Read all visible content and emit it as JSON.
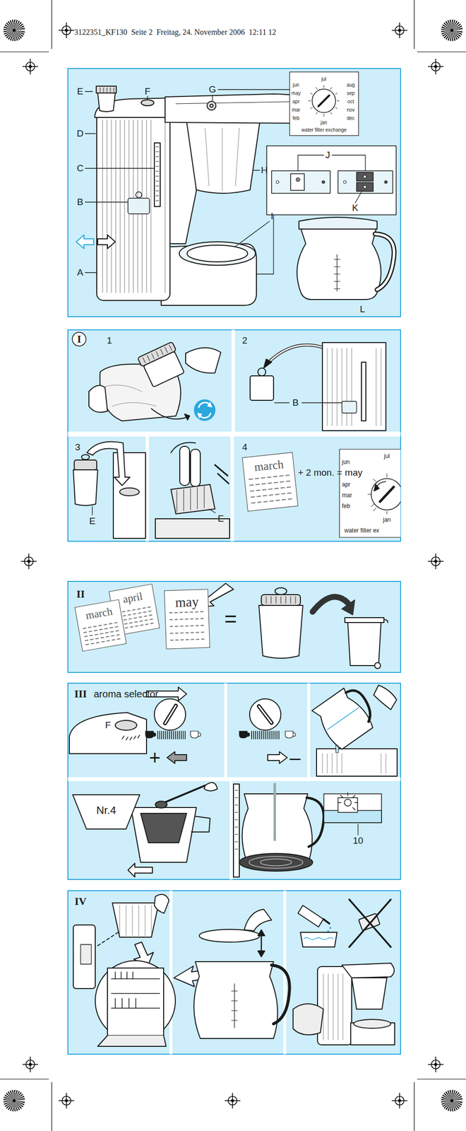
{
  "diagram": {
    "nodes": [
      {
        "text": [
          "water filter exchange"
        ]
      },
      {
        "text": [
          "I"
        ]
      },
      {
        "text": [
          "march"
        ],
        "in": 1
      },
      {
        "text": [
          "II"
        ]
      },
      {
        "text": [
          "march"
        ],
        "in": 3
      },
      {
        "text": [
          "april"
        ],
        "in": 3
      },
      {
        "text": [
          "may"
        ],
        "in": 3
      },
      {
        "text": [
          "III",
          "aroma selector"
        ]
      },
      {
        "text": [
          "Nr.4"
        ],
        "in": 7
      },
      {
        "text": [
          "IV"
        ]
      }
    ],
    "labels": [
      "3122351_KF130  Seite 2  Freitag, 24. November 2006  12:11 12",
      "E",
      "F",
      "G",
      "D",
      "C",
      "B",
      "A",
      "H",
      "I",
      "J",
      "K",
      "L",
      "jun",
      "jul",
      "aug",
      "may",
      "sep",
      "apr",
      "oct",
      "mar",
      "nov",
      "feb",
      "dec",
      "jan",
      "1",
      "2",
      "B",
      "3",
      "E",
      "E",
      "4",
      "+ 2 mon. = may",
      "jun",
      "jul",
      "apr",
      "mar",
      "feb",
      "jan",
      "water filter ex",
      "=",
      "F",
      "+",
      "–",
      "10"
    ]
  }
}
